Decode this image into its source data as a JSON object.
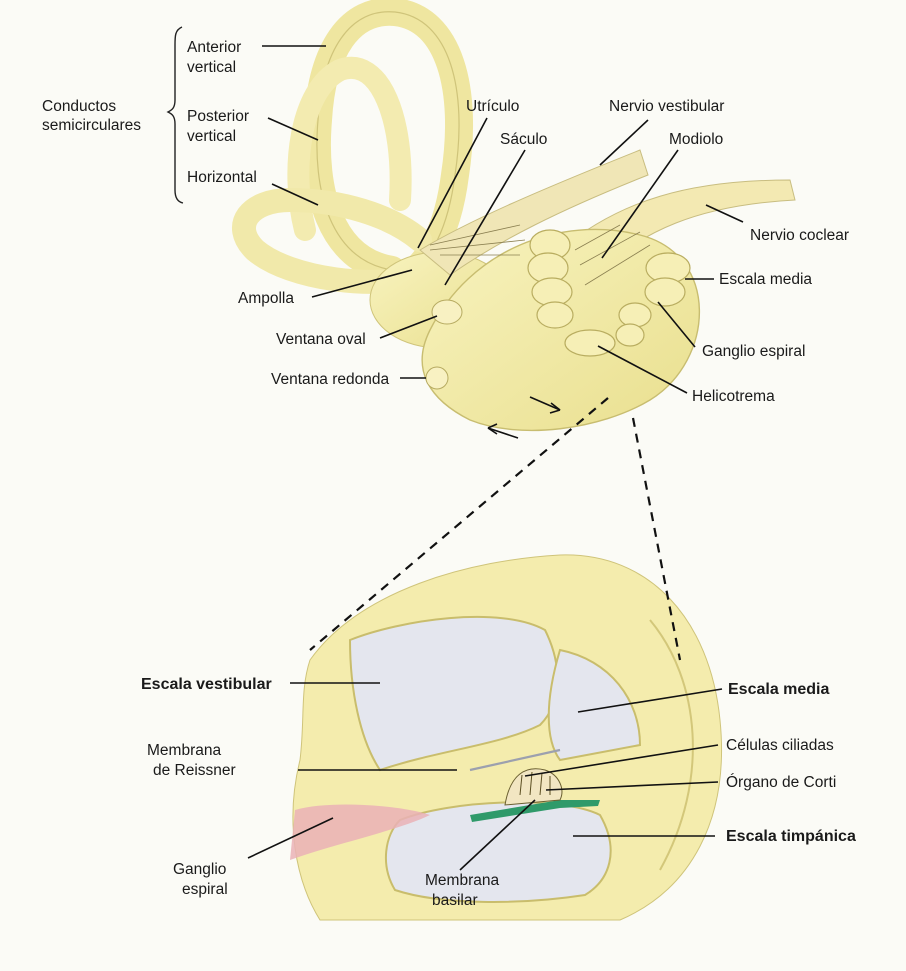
{
  "labels": {
    "conductos": "Conductos",
    "semicirculares": "semicirculares",
    "anterior": "Anterior",
    "anterior_vertical": "vertical",
    "posterior": "Posterior",
    "posterior_vertical": "vertical",
    "horizontal": "Horizontal",
    "utriculo": "Utrículo",
    "saculo": "Sáculo",
    "nervio_vestibular": "Nervio vestibular",
    "modiolo": "Modiolo",
    "nervio_coclear": "Nervio coclear",
    "escala_media_top": "Escala media",
    "ganglio_espiral_top": "Ganglio espiral",
    "helicotrema": "Helicotrema",
    "ampolla": "Ampolla",
    "ventana_oval": "Ventana oval",
    "ventana_redonda": "Ventana redonda",
    "escala_vestibular": "Escala vestibular",
    "escala_media": "Escala media",
    "membrana_reissner_1": "Membrana",
    "membrana_reissner_2": "de Reissner",
    "celulas_ciliadas": "Células ciliadas",
    "organo_corti": "Órgano de Corti",
    "escala_timpanica": "Escala timpánica",
    "ganglio_espiral_1": "Ganglio",
    "ganglio_espiral_2": "espiral",
    "membrana_basilar_1": "Membrana",
    "membrana_basilar_2": "basilar"
  },
  "colors": {
    "bone": "#f3eca3",
    "bone_shadow": "#d9cf7a",
    "fluid": "#e4e6ee",
    "pink": "#eab2b6",
    "basilar": "#2f9a6a",
    "background": "#fbfbf6"
  }
}
